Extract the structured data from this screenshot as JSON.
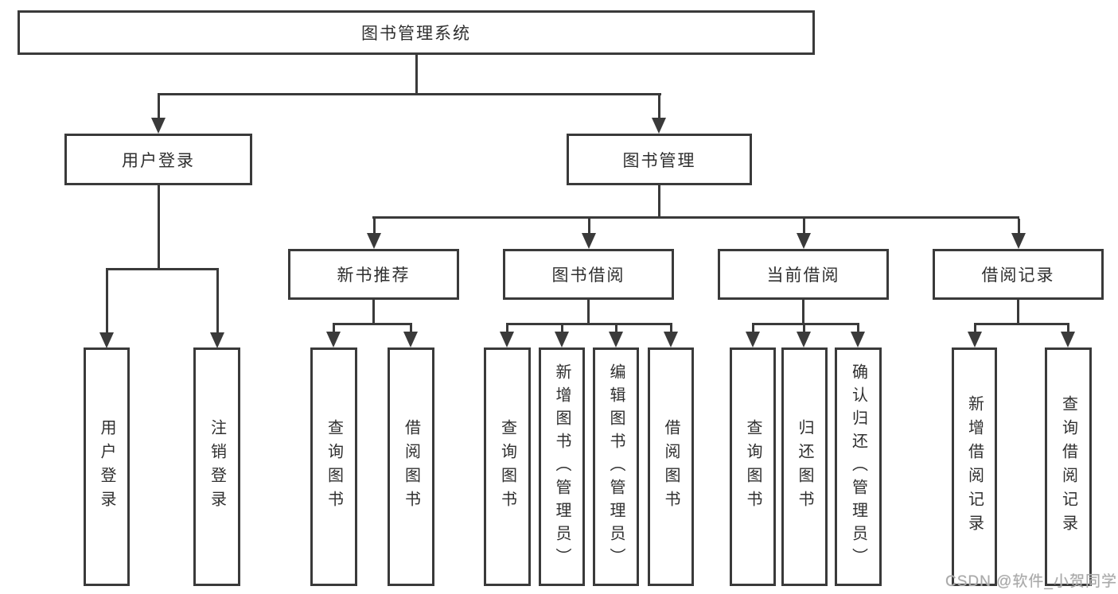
{
  "nodes": {
    "root": "图书管理系统",
    "l2": [
      "用户登录",
      "图书管理"
    ],
    "l3": [
      "新书推荐",
      "图书借阅",
      "当前借阅",
      "借阅记录"
    ],
    "l4": [
      "用户登录",
      "注销登录",
      "查询图书",
      "借阅图书",
      "查询图书",
      "新增图书（管理员）",
      "编辑图书（管理员）",
      "借阅图书",
      "查询图书",
      "归还图书",
      "确认归还（管理员）",
      "新增借阅记录",
      "查询借阅记录"
    ]
  },
  "watermark": "CSDN @软件_小贺同学",
  "colors": {
    "line": "#3a3a3a",
    "text": "#2f2f2f",
    "watermark": "#a9a9a9",
    "background": "#ffffff"
  }
}
